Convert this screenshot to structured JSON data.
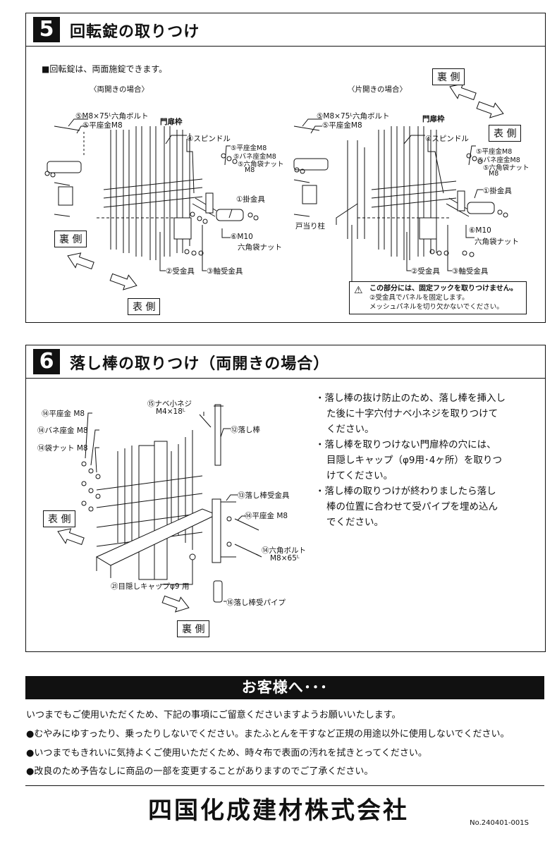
{
  "section5": {
    "number": "5",
    "title": "回転錠の取りつけ",
    "intro": "■回転錠は、両面施錠できます。",
    "left_caption": "〈両開きの場合〉",
    "right_caption": "〈片開きの場合〉",
    "left_labels": {
      "bolt": "⑤M8×75ᴸ六角ボルト",
      "washer": "⑤平座金M8",
      "frame": "門扉枠",
      "spindle": "④スピンドル",
      "flat_washer": "⑤平座金M8",
      "spring_washer": "⑤バネ座金M8",
      "cap_nut": "⑤六角袋ナット",
      "cap_nut_size": "M8",
      "latch": "①掛金具",
      "nut": "⑥M10",
      "nut2": "六角袋ナット",
      "receiver": "②受金具",
      "axle_receiver": "③軸受金具"
    },
    "right_labels": {
      "bolt": "⑤M8×75ᴸ六角ボルト",
      "washer": "⑤平座金M8",
      "frame": "門扉枠",
      "spindle": "④スピンドル",
      "flat_washer": "⑤平座金M8",
      "spring_washer": "⑤バネ座金M8",
      "cap_nut": "⑤六角袋ナット",
      "cap_nut_size": "M8",
      "latch": "①掛金具",
      "post": "戸当り柱",
      "nut": "⑥M10",
      "nut2": "六角袋ナット",
      "receiver": "②受金具",
      "axle_receiver": "③軸受金具"
    },
    "ura": "裏 側",
    "omote": "表 側",
    "note_bold": "この部分には、固定フックを取りつけません。",
    "note_line2": "②受金具でパネルを固定します。",
    "note_line3": "メッシュパネルを切り欠かないでください。"
  },
  "section6": {
    "number": "6",
    "title": "落し棒の取りつけ（両開きの場合）",
    "labels": {
      "flat_washer": "⑭平座金 M8",
      "spring_washer": "⑭バネ座金 M8",
      "cap_nut": "⑭袋ナット M8",
      "screw": "⑮ナベ小ネジ",
      "screw_size": "M4×18ᴸ",
      "rod": "⑫落し棒",
      "rod_receiver": "⑬落し棒受金具",
      "flat_washer2": "⑭平座金 M8",
      "hex_bolt": "⑭六角ボルト",
      "hex_bolt_size": "M8×65ᴸ",
      "cap": "㉑目隠しキャップφ9 用",
      "pipe": "⑯落し棒受パイプ"
    },
    "omote": "表 側",
    "ura": "裏 側",
    "bullets": [
      "・落し棒の抜け防止のため、落し棒を挿入した後に十字穴付ナベ小ネジを取りつけてください。",
      "・落し棒を取りつけない門扉枠の穴には、目隠しキャップ（φ9用･4ヶ所）を取りつけてください。",
      "・落し棒の取りつけが終わりましたら落し棒の位置に合わせて受パイプを埋め込んでください。"
    ]
  },
  "customer": {
    "banner": "お客様へ･･･",
    "lines": [
      "いつまでもご使用いただくため、下記の事項にご留意くださいますようお願いいたします。",
      "●むやみにゆすったり、乗ったりしないでください。またふとんを干すなど正規の用途以外に使用しないでください。",
      "●いつまでもきれいに気持よくご使用いただくため、時々布で表面の汚れを拭きとってください。",
      "●改良のため予告なしに商品の一部を変更することがありますのでご了承ください。"
    ]
  },
  "company": "四国化成建材株式会社",
  "doc_no": "No.240401-001S"
}
